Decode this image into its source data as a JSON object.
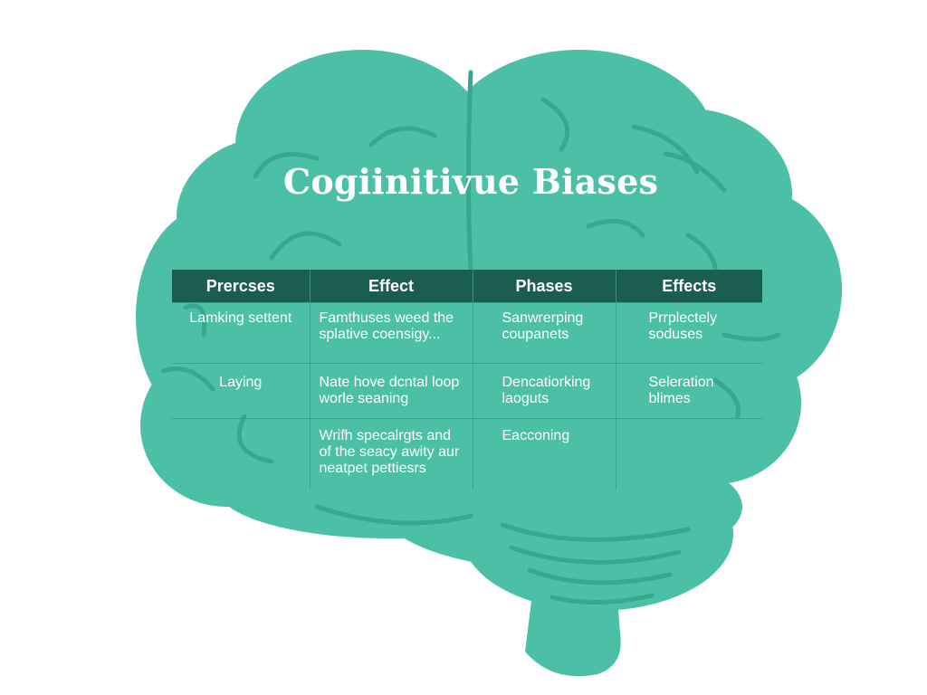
{
  "title": "Cogiinitivue Biases",
  "colors": {
    "brain_fill": "#4cc0a6",
    "brain_line": "#38a690",
    "header_bg": "#1b5e50",
    "text": "#ffffff"
  },
  "table": {
    "headers": [
      "Prercses",
      "Effect",
      "Phases",
      "Effects"
    ],
    "rows": [
      [
        "Lamking settent",
        "Famthuses weed the splative coensigy...",
        "Sanwrerping coupanets",
        "Prrplectely soduses"
      ],
      [
        "Laying",
        "Nate hove dcntal loop worle seaning",
        "Dencatiorking laoguts",
        "Seleration blimes"
      ],
      [
        "",
        "Wrifh specalrgts and of the seacy awity aur neatpet pettiesrs",
        "Eacconing",
        ""
      ]
    ]
  }
}
